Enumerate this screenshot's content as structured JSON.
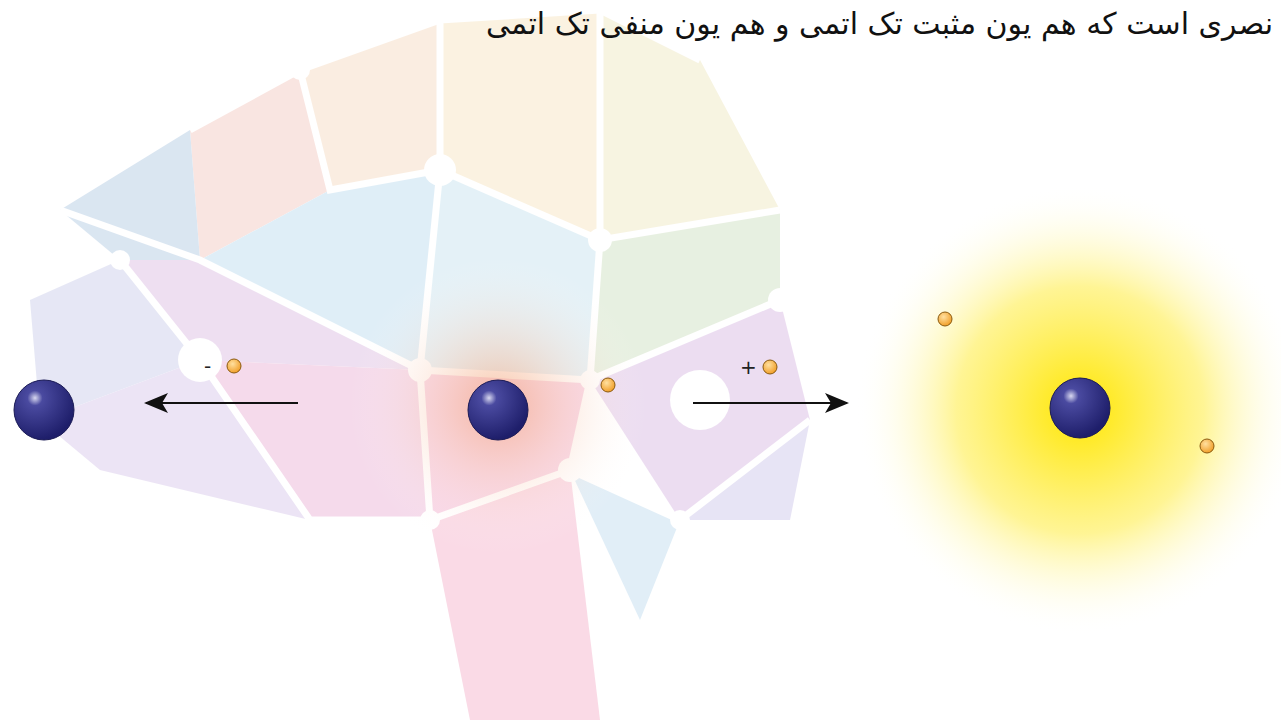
{
  "diagram": {
    "title": "نصری است که هم یون مثبت تک اتمی و هم یون منفی تک اتمی",
    "labels": [
      "-",
      "+"
    ]
  }
}
